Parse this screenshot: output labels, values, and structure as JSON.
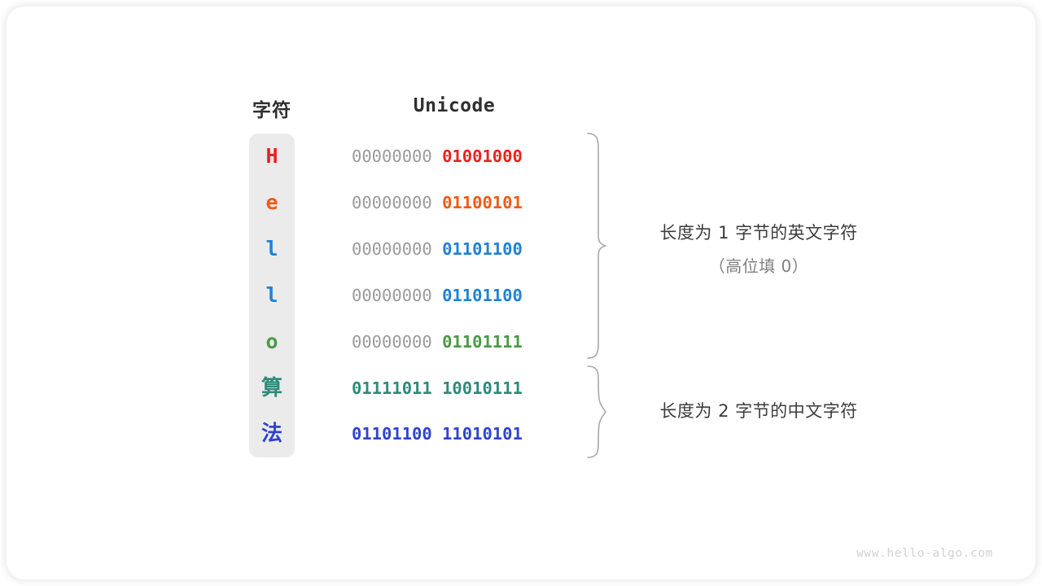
{
  "headers": {
    "character": "字符",
    "unicode": "Unicode"
  },
  "colors": {
    "background": "#ffffff",
    "panel": "#ebebeb",
    "high_bits_gray": "#9a9a9a",
    "header_text": "#2f2f2f",
    "annotation_primary": "#3c3c3c",
    "annotation_secondary": "#7f7f7f",
    "brace": "#a8a8a8",
    "watermark": "#d2d2d2"
  },
  "rows": [
    {
      "char": "H",
      "script": "latin",
      "color": "#e8231f",
      "high_bits": "00000000",
      "low_bits": "01001000",
      "high_is_padding": true
    },
    {
      "char": "e",
      "script": "latin",
      "color": "#f15a14",
      "high_bits": "00000000",
      "low_bits": "01100101",
      "high_is_padding": true
    },
    {
      "char": "l",
      "script": "latin",
      "color": "#1f82d6",
      "high_bits": "00000000",
      "low_bits": "01101100",
      "high_is_padding": true
    },
    {
      "char": "l",
      "script": "latin",
      "color": "#1f82d6",
      "high_bits": "00000000",
      "low_bits": "01101100",
      "high_is_padding": true
    },
    {
      "char": "o",
      "script": "latin",
      "color": "#4a9b45",
      "high_bits": "00000000",
      "low_bits": "01101111",
      "high_is_padding": true
    },
    {
      "char": "算",
      "script": "cjk",
      "color": "#2e8b7a",
      "high_bits": "01111011",
      "low_bits": "10010111",
      "high_is_padding": false
    },
    {
      "char": "法",
      "script": "cjk",
      "color": "#2f44cf",
      "high_bits": "01101100",
      "low_bits": "11010101",
      "high_is_padding": false
    }
  ],
  "annotations": [
    {
      "line1": "长度为 1 字节的英文字符",
      "line2": "（高位填 0）"
    },
    {
      "line1": "长度为 2 字节的中文字符",
      "line2": ""
    }
  ],
  "watermark": "www.hello-algo.com"
}
